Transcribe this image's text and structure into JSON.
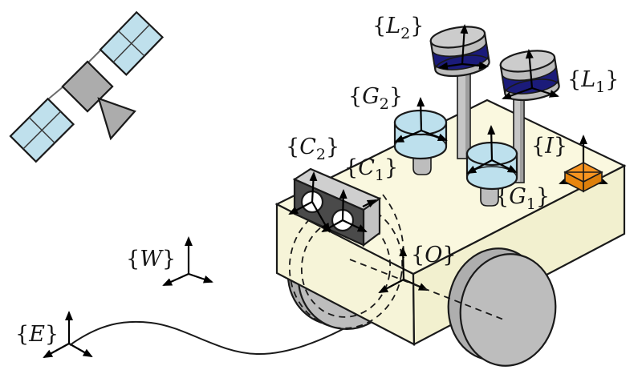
{
  "frames": {
    "L2": {
      "open": "{",
      "letter": "L",
      "sub": "2",
      "close": "}"
    },
    "L1": {
      "open": "{",
      "letter": "L",
      "sub": "1",
      "close": "}"
    },
    "G2": {
      "open": "{",
      "letter": "G",
      "sub": "2",
      "close": "}"
    },
    "G1": {
      "open": "{",
      "letter": "G",
      "sub": "1",
      "close": "}"
    },
    "C2": {
      "open": "{",
      "letter": "C",
      "sub": "2",
      "close": "}"
    },
    "C1": {
      "open": "{",
      "letter": "C",
      "sub": "1",
      "close": "}"
    },
    "I": {
      "open": "{",
      "letter": "I",
      "close": "}"
    },
    "O": {
      "open": "{",
      "letter": "O",
      "close": "}"
    },
    "W": {
      "open": "{",
      "letter": "W",
      "close": "}"
    },
    "E": {
      "open": "{",
      "letter": "E",
      "close": "}"
    }
  },
  "colors": {
    "body_top": "#FAF8DF",
    "body_left": "#F6F4D8",
    "body_right": "#F2F0CF",
    "panel_blue": "#BFE0EC",
    "gps_blue": "#BDE0ED",
    "lidar_navy": "#1B1B7A",
    "imu_top": "#F79420",
    "imu_left": "#E8860E",
    "imu_right": "#DD7F0C",
    "metal": "#BDBDBD",
    "metal_light": "#CCCCCC",
    "camera_dark": "#4A4A4A",
    "camera_top": "#CFCFCF",
    "camera_side": "#C2C2C2",
    "wheel": "#BDBDBD",
    "wheel_back": "#AEAEAE",
    "mast": "#C6C6C6",
    "mast_shade": "#9E9E9E",
    "sat_gray": "#ACACAC",
    "lens_white": "#FFFFFF"
  },
  "objects": [
    "satellite",
    "solar-panels",
    "robot-body",
    "left-wheel-hidden",
    "right-wheel",
    "stereo-camera",
    "gps-antenna-1",
    "gps-antenna-2",
    "lidar-1",
    "lidar-2",
    "imu",
    "world-frame",
    "earth-frame",
    "trajectory-curve"
  ]
}
